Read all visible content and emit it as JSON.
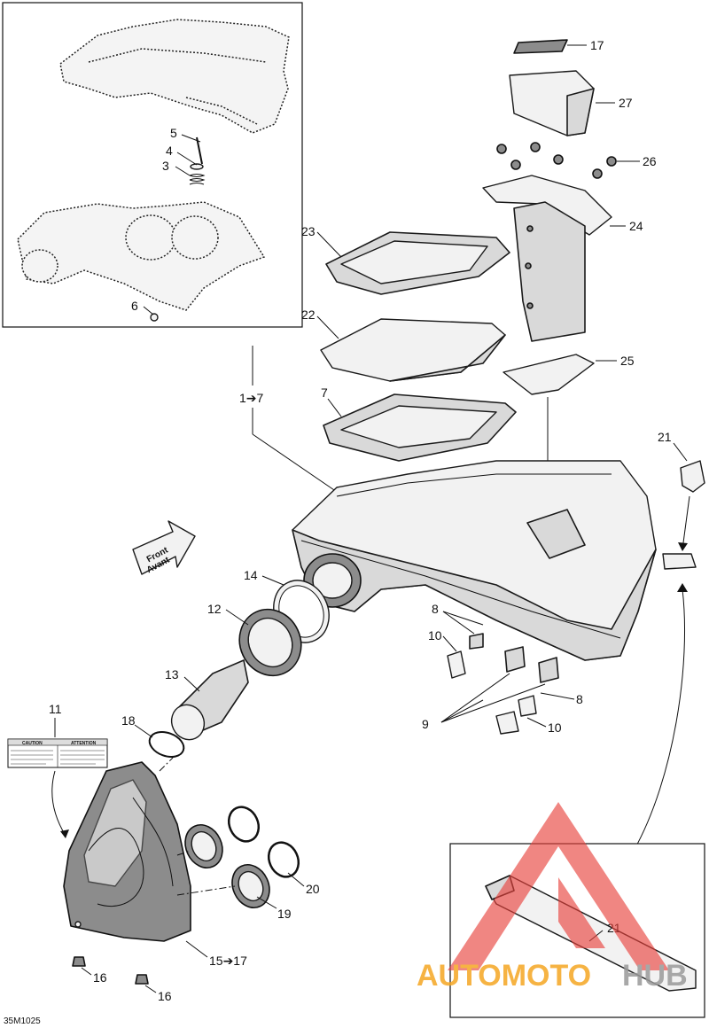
{
  "figure_code": "35M1025",
  "callouts": {
    "c1to7": "1➔7",
    "c3": "3",
    "c4": "4",
    "c5": "5",
    "c6": "6",
    "c7": "7",
    "c8a": "8",
    "c8b": "8",
    "c9": "9",
    "c10a": "10",
    "c10b": "10",
    "c11": "11",
    "c12": "12",
    "c13": "13",
    "c14": "14",
    "c15to17": "15➔17",
    "c16a": "16",
    "c16b": "16",
    "c17": "17",
    "c18": "18",
    "c19": "19",
    "c20": "20",
    "c21a": "21",
    "c21b": "21",
    "c22": "22",
    "c23": "23",
    "c24": "24",
    "c25": "25",
    "c26": "26",
    "c27": "27"
  },
  "front_arrow": {
    "line1": "Front",
    "line2": "Avant"
  },
  "warning_label": {
    "left_title": "CAUTION",
    "right_title": "ATTENTION"
  },
  "watermark": {
    "part1": "AUTOMOTO",
    "part2": "HUB",
    "color_orange": "#f5a623",
    "color_red": "#e8423c",
    "color_gray": "#9a9a9a"
  }
}
